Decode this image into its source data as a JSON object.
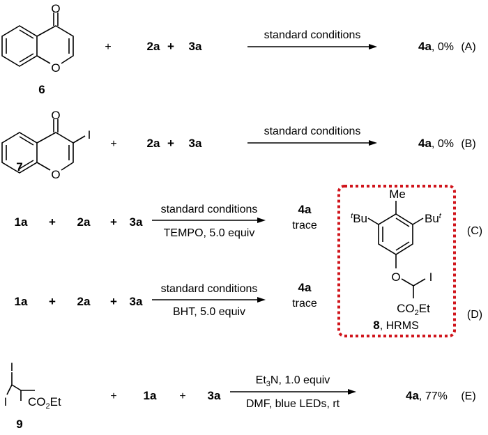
{
  "compounds": {
    "c6": {
      "label": "6",
      "o_carbonyl": "O",
      "o_ring": "O"
    },
    "c7": {
      "label": "7",
      "o_carbonyl": "O",
      "o_ring": "O",
      "iodo": "I"
    },
    "c8": {
      "label": "8",
      "label_suffix": ", HRMS",
      "me": "Me",
      "tbu_left_sup": "t",
      "tbu_left": "Bu",
      "tbu_right": "Bu",
      "tbu_right_sup": "t",
      "o": "O",
      "iodo": "I",
      "ester_a": "CO",
      "ester_sub": "2",
      "ester_b": "Et"
    },
    "c9": {
      "label": "9",
      "iodo_top": "I",
      "iodo_bottom": "I",
      "ester_a": "CO",
      "ester_sub": "2",
      "ester_b": "Et"
    }
  },
  "reactions": {
    "A": {
      "plus1": "+",
      "r2": "2a",
      "plus2": "+",
      "r3": "3a",
      "cond_top": "standard conditions",
      "product": "4a",
      "yield": ", 0%",
      "tag": "(A)"
    },
    "B": {
      "plus1": "+",
      "r2": "2a",
      "plus2": "+",
      "r3": "3a",
      "cond_top": "standard conditions",
      "product": "4a",
      "yield": ", 0%",
      "tag": "(B)"
    },
    "C": {
      "r1": "1a",
      "plus1": "+",
      "r2": "2a",
      "plus2": "+",
      "r3": "3a",
      "cond_top": "standard conditions",
      "cond_bottom": "TEMPO, 5.0 equiv",
      "product": "4a",
      "yield": "trace",
      "tag": "(C)"
    },
    "D": {
      "r1": "1a",
      "plus1": "+",
      "r2": "2a",
      "plus2": "+",
      "r3": "3a",
      "cond_top": "standard conditions",
      "cond_bottom": "BHT, 5.0 equiv",
      "product": "4a",
      "yield": "trace",
      "tag": "(D)"
    },
    "E": {
      "plus1": "+",
      "r2": "1a",
      "plus2": "+",
      "r3": "3a",
      "cond_top_a": "Et",
      "cond_top_sub": "3",
      "cond_top_b": "N, 1.0 equiv",
      "cond_bottom": "DMF, blue LEDs, rt",
      "product": "4a",
      "yield": ", 77%",
      "tag": "(E)"
    }
  },
  "colors": {
    "highlight_box": "#d0141b"
  }
}
